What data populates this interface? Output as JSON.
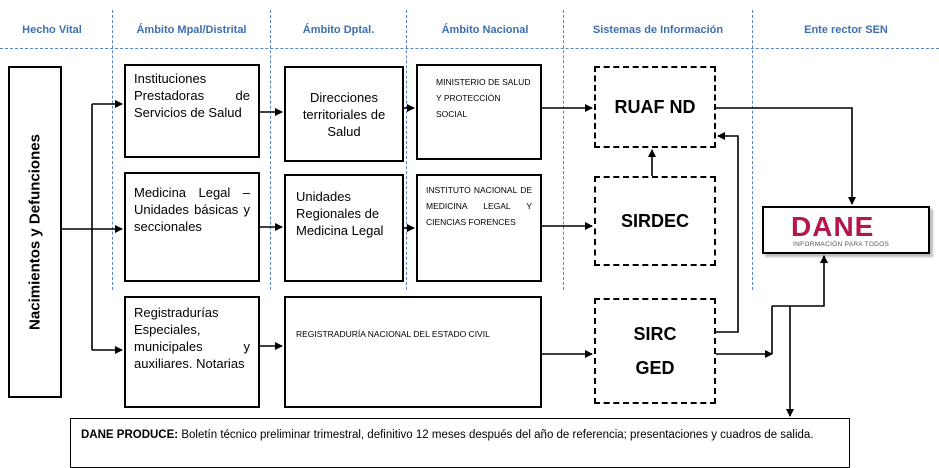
{
  "headers": {
    "hecho_vital": "Hecho Vital",
    "ambito_mpal": "Ámbito Mpal/Distrital",
    "ambito_dptal": "Ámbito Dptal.",
    "ambito_nacional": "Ámbito Nacional",
    "sistemas": "Sistemas de Información",
    "ente_rector": "Ente rector SEN"
  },
  "left_label": "Nacimientos y Defunciones",
  "municipal": {
    "ips": "Instituciones Prestadoras de Servicios de Salud",
    "medicina_legal": "Medicina Legal – Unidades básicas y seccionales",
    "registradurias": "Registradurías Especiales, municipales y auxiliares. Notarias"
  },
  "departamental": {
    "direcciones": "Direcciones territoriales de Salud",
    "unidades": "Unidades Regionales de Medicina Legal"
  },
  "nacional": {
    "ministerio": "MINISTERIO DE SALUD Y PROTECCIÓN SOCIAL",
    "instituto": "INSTITUTO NACIONAL DE MEDICINA LEGAL Y CIENCIAS FORENCES",
    "registraduria": "REGISTRADURÍA NACIONAL DEL ESTADO CIVIL"
  },
  "sistemas": {
    "ruaf": "RUAF ND",
    "sirdec": "SIRDEC",
    "sirc": "SIRC",
    "ged": "GED"
  },
  "dane": {
    "logo": "DANE",
    "tagline": "INFORMACIÓN PARA TODOS"
  },
  "produce": {
    "label": "DANE PRODUCE:",
    "text": " Boletín técnico preliminar trimestral, definitivo 12 meses después del año de referencia; presentaciones y cuadros de salida."
  }
}
